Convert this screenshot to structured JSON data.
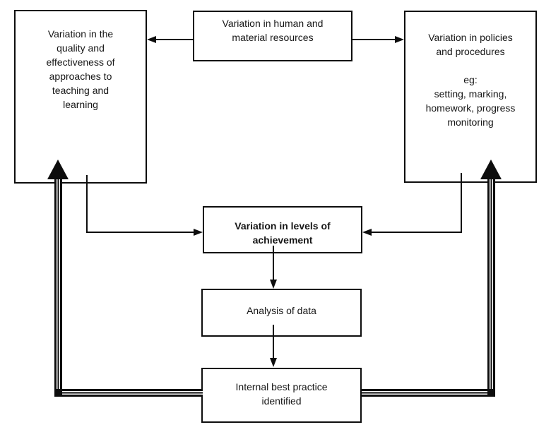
{
  "canvas": {
    "background_color": "#ffffff",
    "line_color": "#0d0d0d"
  },
  "boxes": {
    "teaching": {
      "lines": [
        "Variation in the",
        "quality and",
        "effectiveness of",
        "approaches to",
        "teaching and",
        "learning"
      ]
    },
    "resources": {
      "lines": [
        "Variation in human and",
        "material resources"
      ]
    },
    "policies": {
      "lines": [
        "Variation in policies",
        "and procedures",
        "",
        "eg:",
        "setting, marking,",
        "homework, progress",
        "monitoring"
      ]
    },
    "achievement": {
      "lines": [
        "Variation in levels of",
        "achievement"
      ],
      "bold": true
    },
    "analysis": {
      "lines": [
        "Analysis of data"
      ]
    },
    "best_practice": {
      "lines": [
        "Internal best practice",
        "identified"
      ]
    }
  },
  "edges": [
    {
      "from": "resources",
      "to": "teaching",
      "style": "single-line-arrow"
    },
    {
      "from": "resources",
      "to": "policies",
      "style": "single-line-arrow"
    },
    {
      "from": "teaching",
      "to": "achievement",
      "style": "single-line-arrow"
    },
    {
      "from": "policies",
      "to": "achievement",
      "style": "single-line-arrow"
    },
    {
      "from": "achievement",
      "to": "analysis",
      "style": "single-line-arrow"
    },
    {
      "from": "analysis",
      "to": "best_practice",
      "style": "single-line-arrow"
    },
    {
      "from": "best_practice",
      "to": "teaching",
      "style": "triple-line-big-arrow"
    },
    {
      "from": "best_practice",
      "to": "policies",
      "style": "triple-line-big-arrow"
    }
  ]
}
